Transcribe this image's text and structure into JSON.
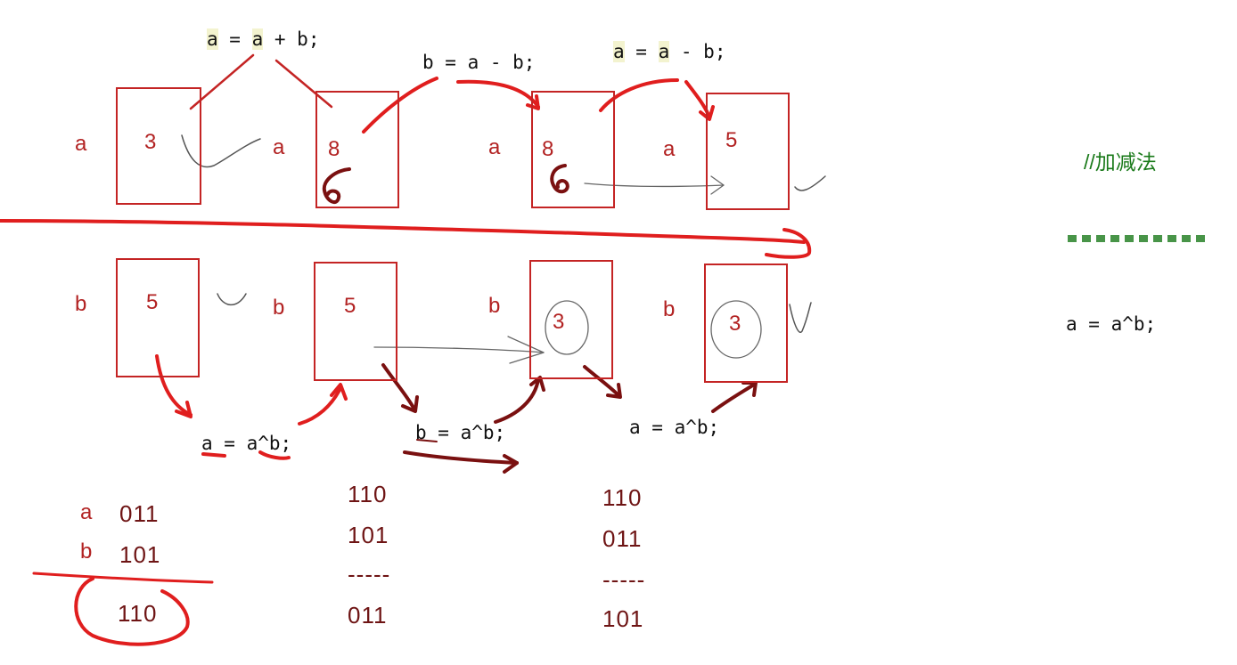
{
  "code": {
    "add": "a = a + b;",
    "sub_b": "b = a - b;",
    "sub_a": "a = a - b;",
    "xor_a1": "a = a^b;",
    "xor_b": "b = a^b;",
    "xor_a2": "a = a^b;",
    "right_xor": "a = a^b;"
  },
  "comments": {
    "add_sub": "//加减法"
  },
  "boxes_top": [
    {
      "var": "a",
      "value": "3"
    },
    {
      "var": "a",
      "value": "8"
    },
    {
      "var": "a",
      "value": "8"
    },
    {
      "var": "a",
      "value": "5"
    }
  ],
  "boxes_bottom": [
    {
      "var": "b",
      "value": "5"
    },
    {
      "var": "b",
      "value": "5"
    },
    {
      "var": "b",
      "value": "3"
    },
    {
      "var": "b",
      "value": "3"
    }
  ],
  "binary": {
    "col1": {
      "a_label": "a",
      "a": "011",
      "b_label": "b",
      "b": "101",
      "result": "110"
    },
    "col2": {
      "l1": "110",
      "l2": "101",
      "sep": "-----",
      "result": "011"
    },
    "col3": {
      "l1": "110",
      "l2": "011",
      "sep": "-----",
      "result": "101"
    }
  },
  "colors": {
    "box": "#c42424",
    "ink_red": "#e01e1e",
    "ink_dark": "#7a1010",
    "comment": "#1a7a1a"
  }
}
